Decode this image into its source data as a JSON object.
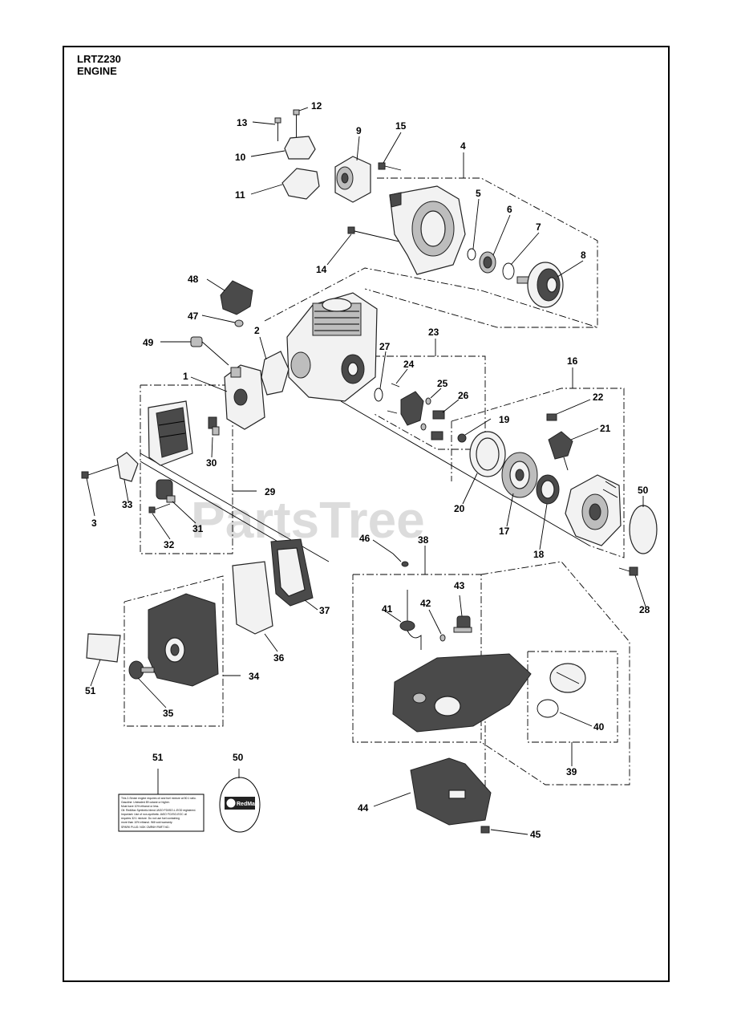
{
  "header": {
    "model": "LRTZ230",
    "section": "ENGINE"
  },
  "watermark": "PartsTree",
  "decal_51": {
    "lines": [
      "This 2-Stroke engine requires oil and fuel mixture at 50:1 ratio.",
      "Gasoline: Unleaded 89 octane or higher.",
      "Must have 10% ethanol or less.",
      "Oil: RedMax Synthetic blend JASO FD/ISO-L-EGD registered.",
      "Important: Use of non-synthetic JASO FC/ISO-EGC oil",
      "requires 32:1 mixture. Do not use fuel containing",
      "more than 10% ethanol. Will void warranty.",
      "SPARK PLUG: NGK CMR6H   PART NO.:"
    ]
  },
  "decal_50": {
    "brand": "RedMax"
  },
  "callouts": [
    "1",
    "2",
    "3",
    "4",
    "5",
    "6",
    "7",
    "8",
    "9",
    "10",
    "11",
    "12",
    "13",
    "14",
    "15",
    "16",
    "17",
    "18",
    "19",
    "20",
    "21",
    "22",
    "23",
    "24",
    "25",
    "26",
    "27",
    "28",
    "29",
    "30",
    "31",
    "32",
    "33",
    "34",
    "35",
    "36",
    "37",
    "38",
    "39",
    "40",
    "41",
    "42",
    "43",
    "44",
    "45",
    "46",
    "47",
    "48",
    "49",
    "50",
    "51",
    "50",
    "51"
  ]
}
